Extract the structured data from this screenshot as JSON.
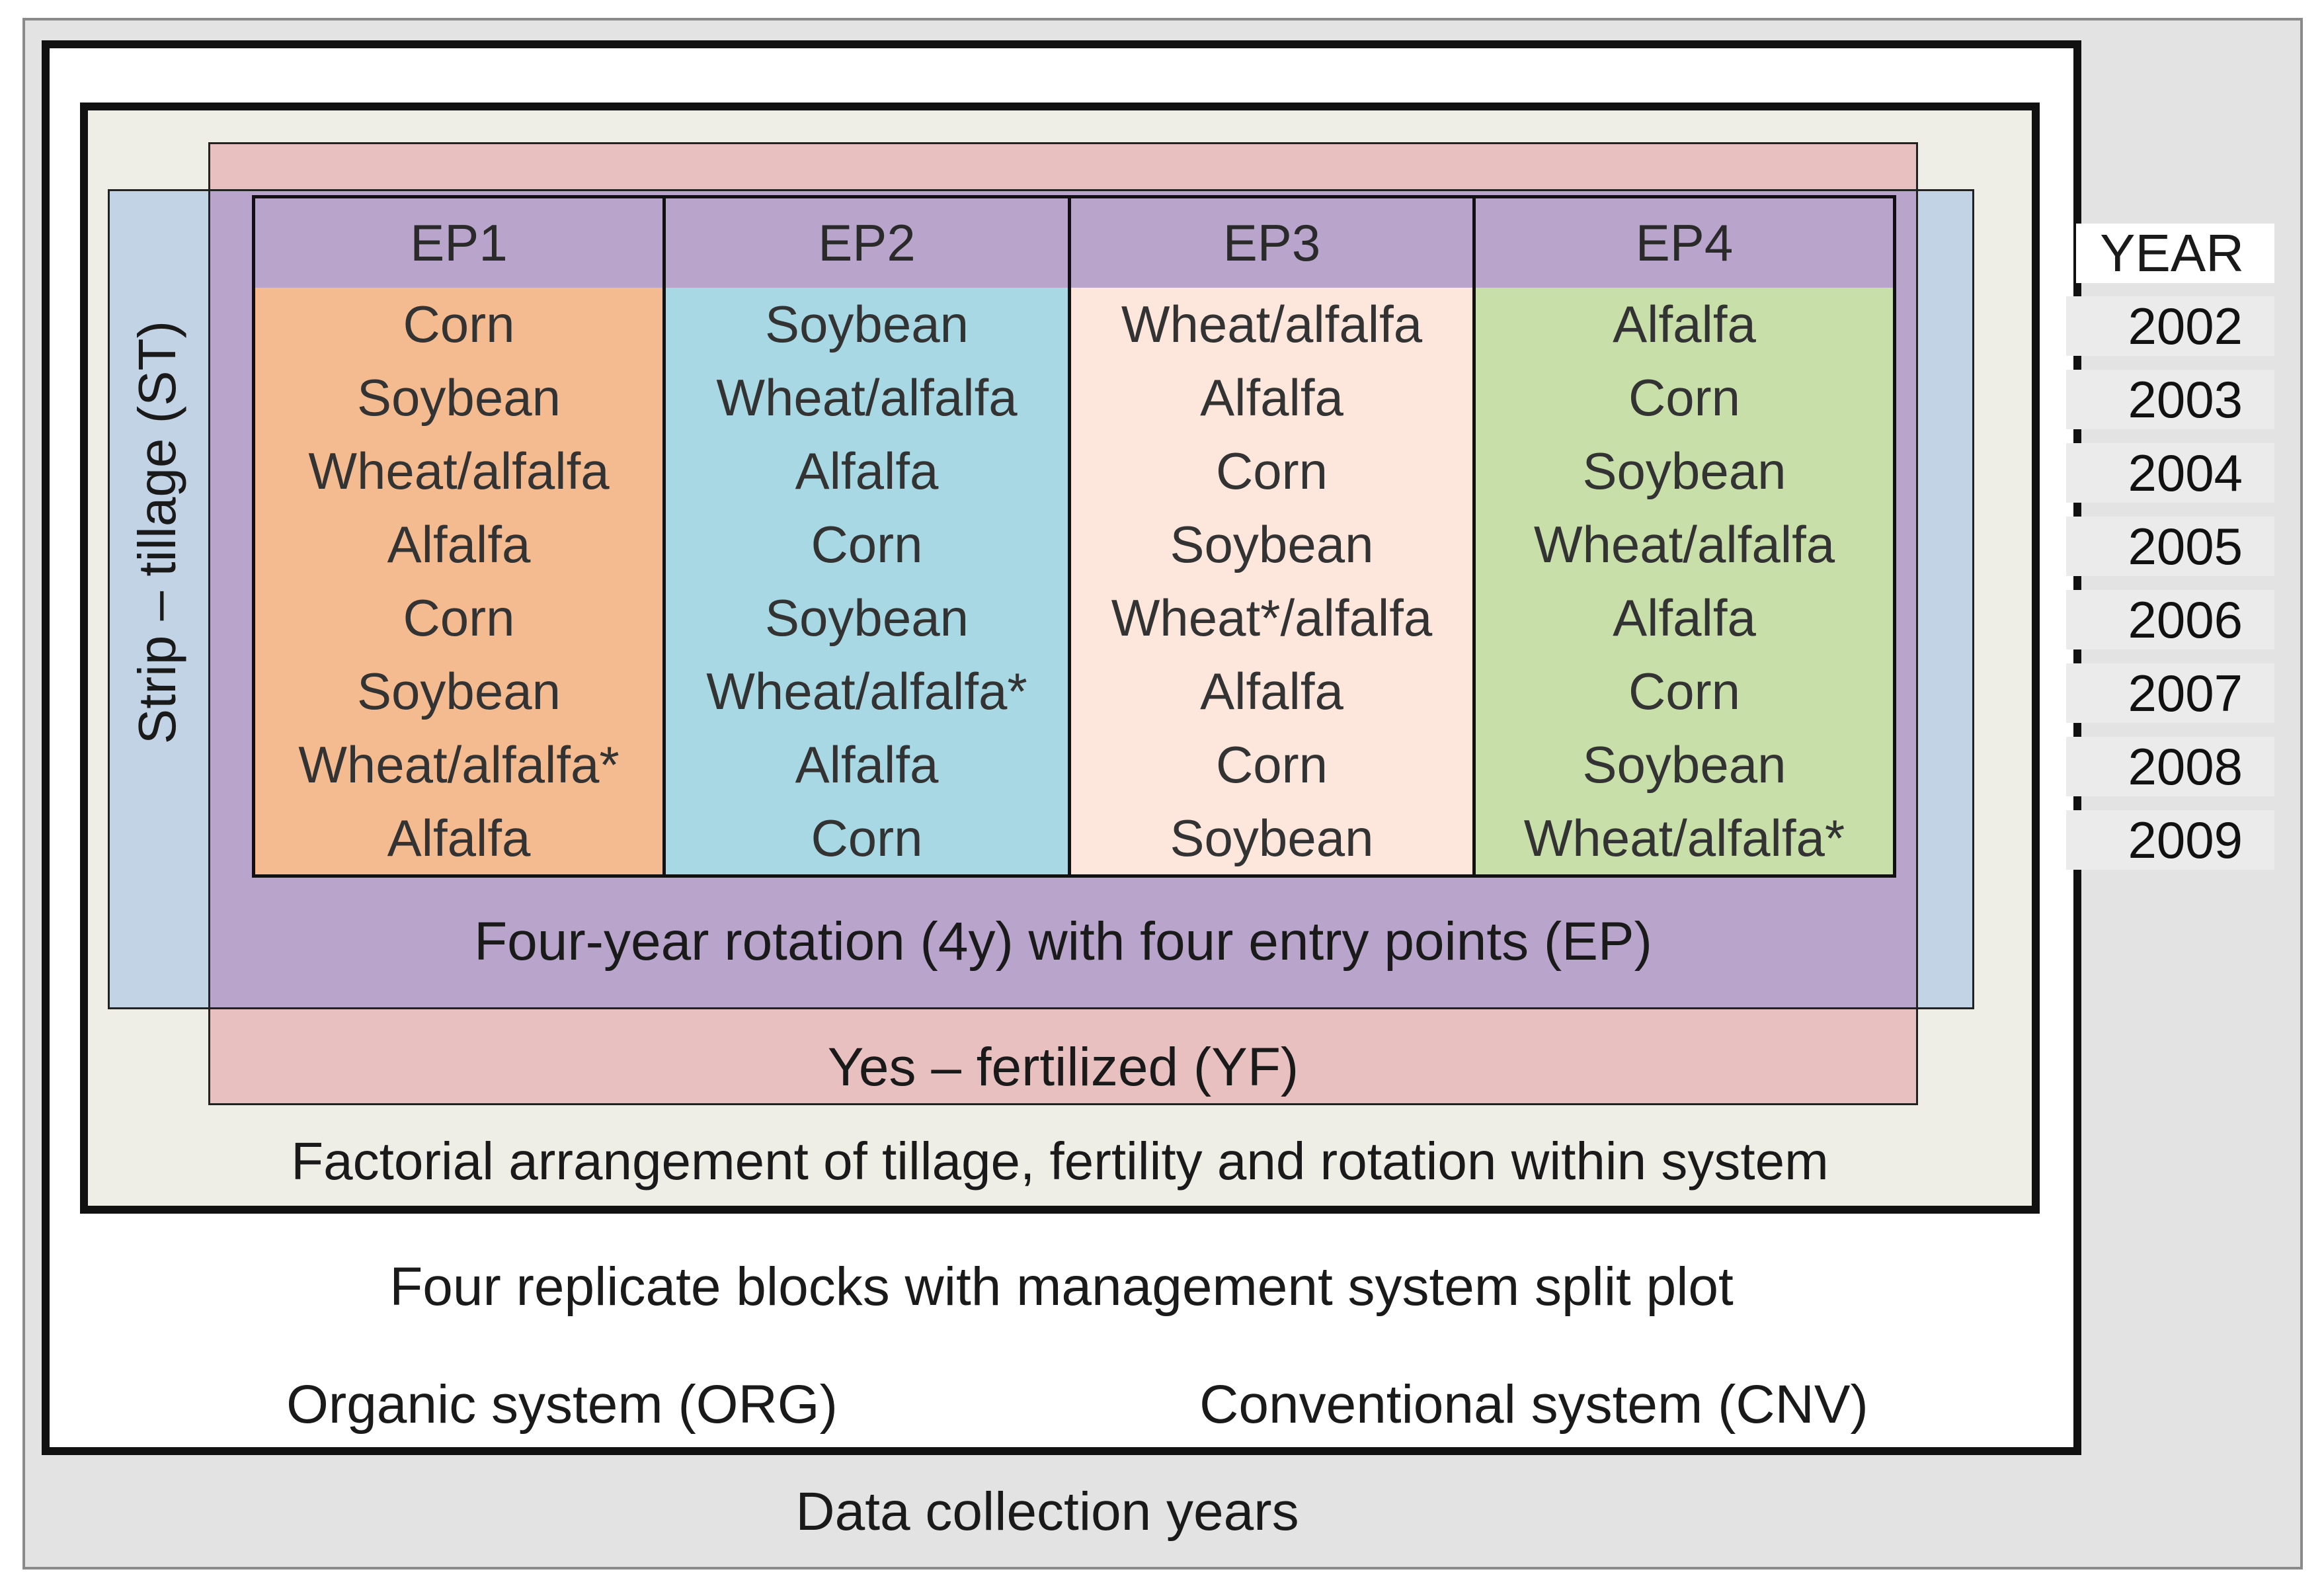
{
  "labels": {
    "data_collection_years": "Data collection years",
    "replicate_blocks": "Four replicate blocks with management system split plot",
    "organic_system": "Organic system (ORG)",
    "conventional_system": "Conventional system (CNV)",
    "factorial": "Factorial arrangement of tillage, fertility and rotation within system",
    "fertilized": "Yes – fertilized (YF)",
    "tillage": "Strip – tillage (ST)",
    "rotation": "Four-year rotation (4y) with four entry points (EP)",
    "year_header": "YEAR"
  },
  "years": [
    "2002",
    "2003",
    "2004",
    "2005",
    "2006",
    "2007",
    "2008",
    "2009"
  ],
  "entry_points": [
    {
      "name": "EP1",
      "color": "#f5bb90",
      "crops": [
        "Corn",
        "Soybean",
        "Wheat/alfalfa",
        "Alfalfa",
        "Corn",
        "Soybean",
        "Wheat/alfalfa*",
        "Alfalfa"
      ]
    },
    {
      "name": "EP2",
      "color": "#a8d8e3",
      "crops": [
        "Soybean",
        "Wheat/alfalfa",
        "Alfalfa",
        "Corn",
        "Soybean",
        "Wheat/alfalfa*",
        "Alfalfa",
        "Corn"
      ]
    },
    {
      "name": "EP3",
      "color": "#fde7dc",
      "crops": [
        "Wheat/alfalfa",
        "Alfalfa",
        "Corn",
        "Soybean",
        "Wheat*/alfalfa",
        "Alfalfa",
        "Corn",
        "Soybean"
      ]
    },
    {
      "name": "EP4",
      "color": "#c9dfaa",
      "crops": [
        "Alfalfa",
        "Corn",
        "Soybean",
        "Wheat/alfalfa",
        "Alfalfa",
        "Corn",
        "Soybean",
        "Wheat/alfalfa*"
      ]
    }
  ]
}
